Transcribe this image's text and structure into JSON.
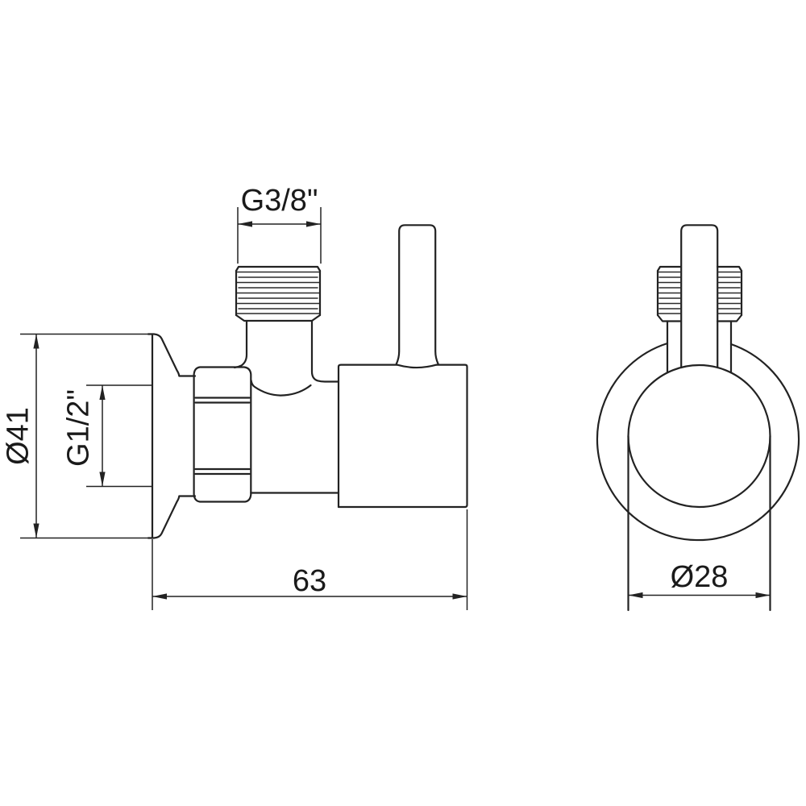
{
  "colors": {
    "background": "#ffffff",
    "line": "#222222",
    "text": "#1a1a1a"
  },
  "drawing": {
    "subject": "angle-valve-two-view-technical-drawing",
    "dimensions": {
      "outlet_thread": {
        "label": "G3/8\""
      },
      "flange_diameter": {
        "label": "Ø41"
      },
      "inlet_thread": {
        "label": "G1/2\""
      },
      "overall_length": {
        "label": "63"
      },
      "body_diameter": {
        "label": "Ø28"
      }
    }
  }
}
